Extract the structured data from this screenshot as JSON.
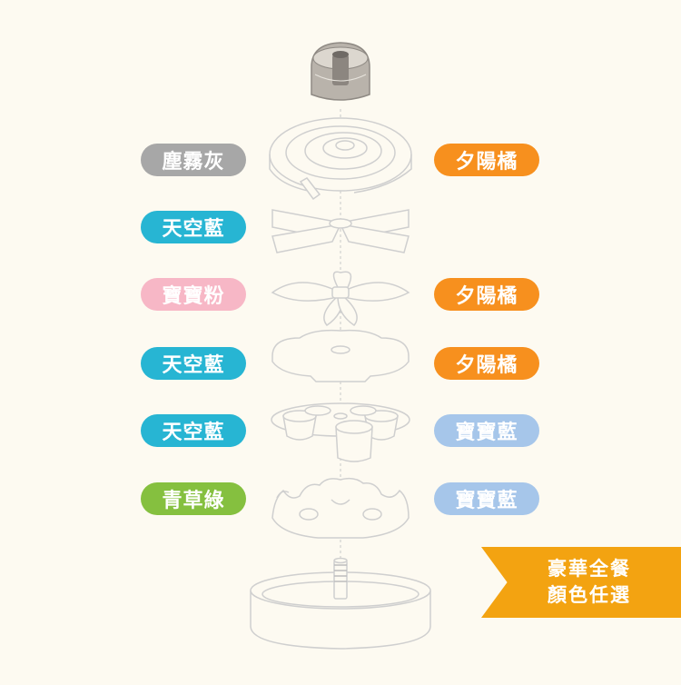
{
  "labels": {
    "l1": {
      "text": "塵霧灰",
      "color": "#a7a7a7"
    },
    "l2": {
      "text": "天空藍",
      "color": "#27b5d3"
    },
    "l3": {
      "text": "寶寶粉",
      "color": "#f7b7c6"
    },
    "l4": {
      "text": "天空藍",
      "color": "#27b5d3"
    },
    "l5": {
      "text": "天空藍",
      "color": "#27b5d3"
    },
    "l6": {
      "text": "青草綠",
      "color": "#85c03f"
    },
    "r1": {
      "text": "夕陽橘",
      "color": "#f7901e"
    },
    "r3": {
      "text": "夕陽橘",
      "color": "#f7901e"
    },
    "r4": {
      "text": "夕陽橘",
      "color": "#f7901e"
    },
    "r5": {
      "text": "寶寶藍",
      "color": "#a6c6ea"
    },
    "r6": {
      "text": "寶寶藍",
      "color": "#a6c6ea"
    }
  },
  "banner": {
    "line1": "豪華全餐",
    "line2": "顏色任選",
    "color": "#f3a311"
  },
  "colors": {
    "background": "#fdfaf1",
    "outline": "#cfcfcf"
  }
}
